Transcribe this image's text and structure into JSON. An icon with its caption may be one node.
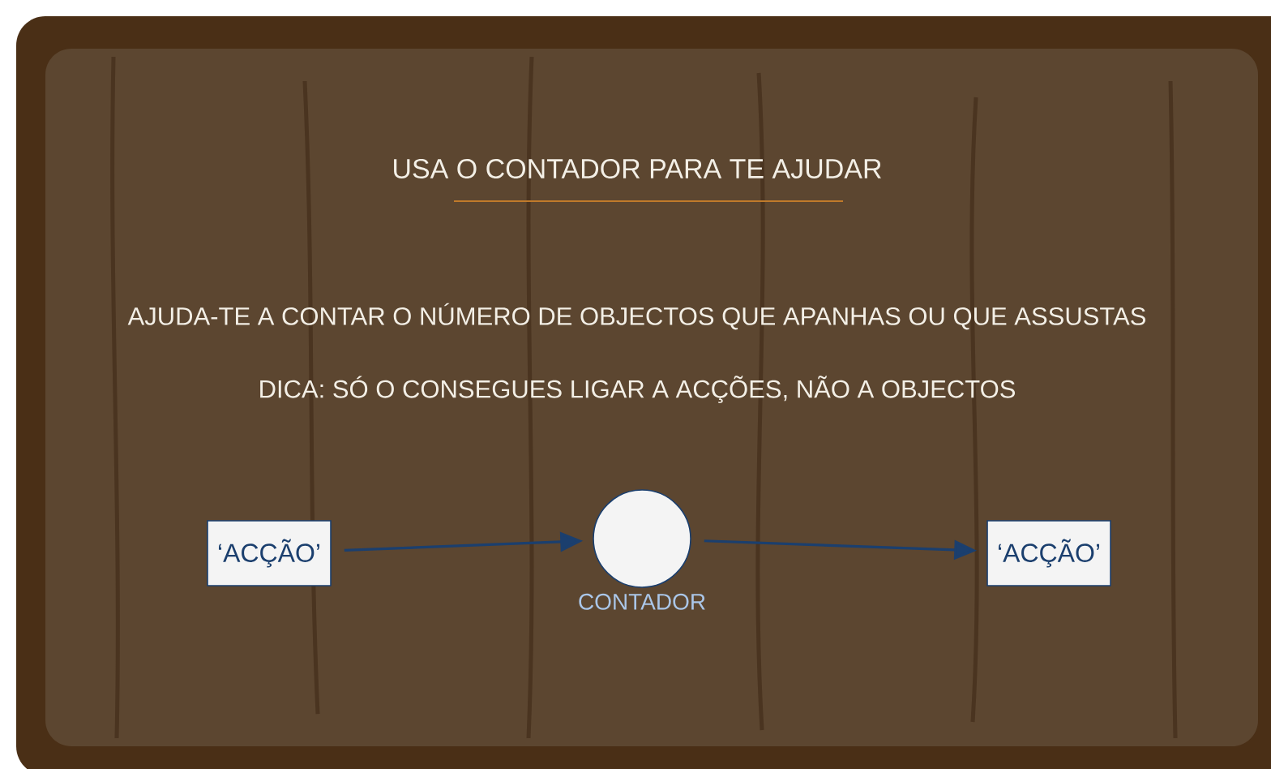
{
  "diagram": {
    "title": "USA O CONTADOR PARA TE AJUDAR",
    "nodes": [
      {
        "text": [
          "‘ACÇÃO’"
        ]
      },
      {
        "text": [],
        "shape": "circle",
        "beside": [
          "CONTADOR"
        ]
      },
      {
        "text": [
          "‘ACÇÃO’"
        ]
      }
    ],
    "edges": [
      {
        "from": 0,
        "to": 1,
        "arrow": "to"
      },
      {
        "from": 1,
        "to": 2,
        "arrow": "to"
      }
    ],
    "labels": [
      "AJUDA-TE A CONTAR O NÚMERO DE OBJECTOS QUE APANHAS OU QUE ASSUSTAS",
      "DICA: SÓ O CONSEGUES LIGAR A ACÇÕES, NÃO A OBJECTOS"
    ]
  }
}
